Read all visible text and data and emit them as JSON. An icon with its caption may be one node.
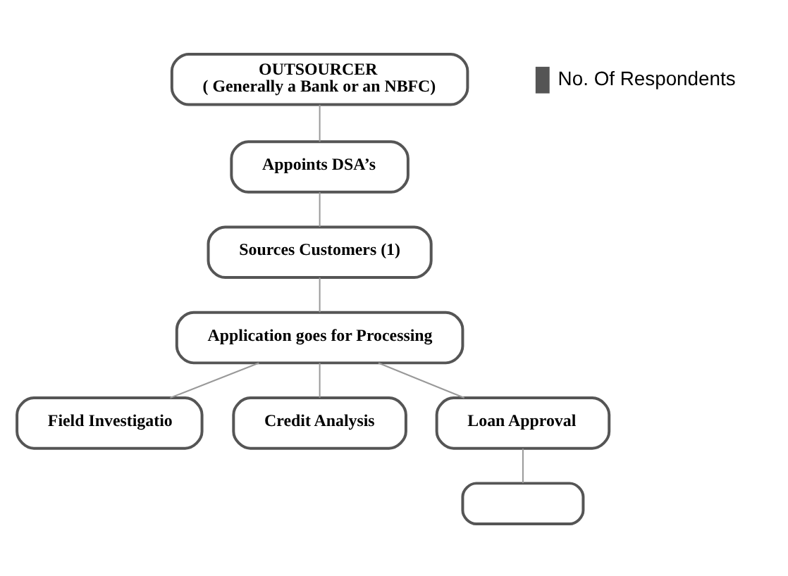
{
  "diagram": {
    "nodes": [
      {
        "text": [
          "OUTSOURCER",
          "( Generally a Bank or an NBFC)"
        ]
      },
      {
        "text": [
          "Appoints DSA’s"
        ]
      },
      {
        "text": [
          "Sources Customers (1)"
        ]
      },
      {
        "text": [
          "Application goes for Processing"
        ]
      },
      {
        "text": [
          "Field Investigatio"
        ]
      },
      {
        "text": [
          "Credit Analysis"
        ]
      },
      {
        "text": [
          "Loan Approval"
        ]
      },
      {
        "text": [],
        "shape": "box"
      }
    ],
    "edges": [
      {
        "from": 0,
        "to": 1,
        "arrow": "none"
      },
      {
        "from": 1,
        "to": 2,
        "arrow": "none"
      },
      {
        "from": 2,
        "to": 3,
        "arrow": "none"
      },
      {
        "from": 3,
        "to": 4,
        "arrow": "none"
      },
      {
        "from": 3,
        "to": 5,
        "arrow": "none"
      },
      {
        "from": 3,
        "to": 6,
        "arrow": "none"
      },
      {
        "from": 6,
        "to": 7,
        "arrow": "none"
      }
    ],
    "legend": [
      {
        "text": "No. Of Respondents",
        "color": "#555555"
      }
    ]
  }
}
